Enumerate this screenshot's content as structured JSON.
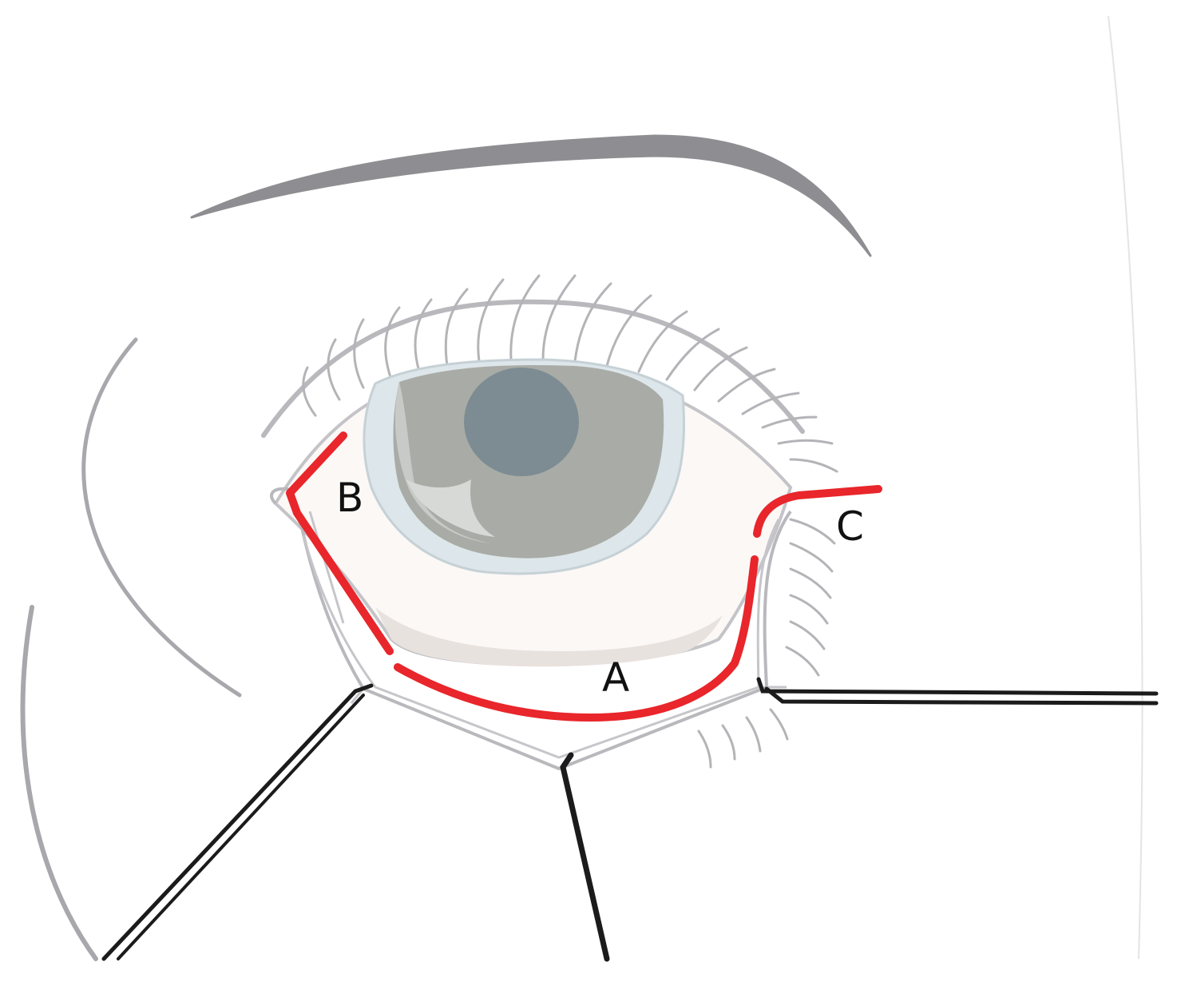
{
  "labels": {
    "a": "A",
    "b": "B",
    "c": "C"
  },
  "colors": {
    "incision": "#e8262b",
    "outline": "#b9b9bd",
    "brow": "#8e8e92",
    "retractor": "#1b1b1b",
    "iris": "#a9aca6",
    "pupil": "#7d8c93",
    "sclera": "#fbf8f6"
  }
}
